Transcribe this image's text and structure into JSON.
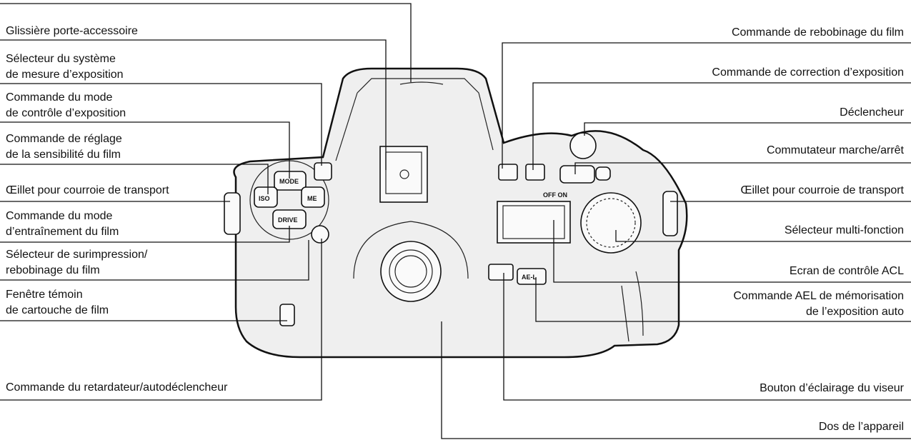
{
  "labels": {
    "hot_shoe": "Glissière porte-accessoire",
    "metering_selector": "Sélecteur du système\nde mesure d’exposition",
    "exposure_mode_button": "Commande du mode\nde contrôle d’exposition",
    "iso_button": "Commande de réglage\nde la sensibilité du film",
    "strap_eyelet_left": "Œillet pour courroie de transport",
    "drive_mode_button": "Commande du mode\nd’entraînement du film",
    "multi_exposure_selector": "Sélecteur de surimpression/\nrebobinage du film",
    "film_window": "Fenêtre témoin\nde cartouche de film",
    "self_timer_button": "Commande du retardateur/autodéclencheur",
    "rewind_button": "Commande de rebobinage du film",
    "exposure_comp_button": "Commande de correction d’exposition",
    "shutter_release": "Déclencheur",
    "power_switch": "Commutateur marche/arrêt",
    "strap_eyelet_right": "Œillet pour courroie de transport",
    "command_dial": "Sélecteur multi-fonction",
    "lcd_panel": "Ecran de contrôle ACL",
    "ael_button": "Commande AEL de mémorisation\nde l’exposition auto",
    "viewfinder_illum_button": "Bouton d’éclairage du viseur",
    "camera_back": "Dos de l’appareil"
  },
  "button_marks": {
    "mode": "MODE",
    "iso": "ISO",
    "drive": "DRIVE",
    "me": "ME",
    "ael": "AE-L",
    "off_on": "OFF ON"
  }
}
